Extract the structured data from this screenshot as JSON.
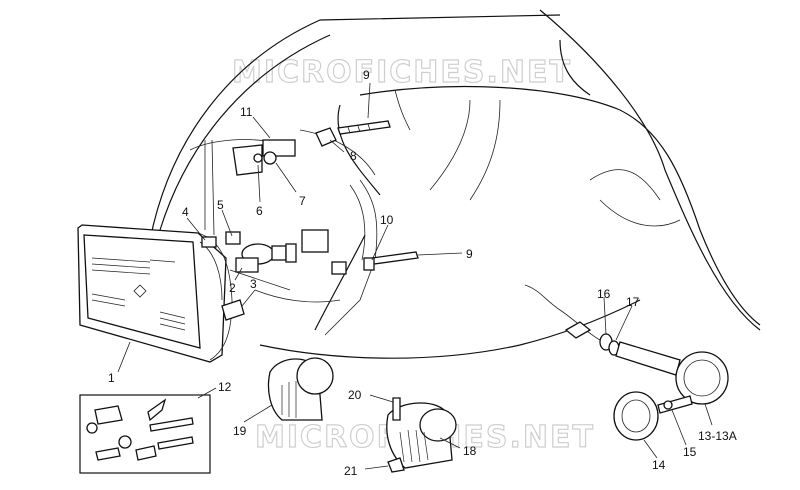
{
  "watermark": "MICROFICHES.NET",
  "callouts": {
    "p1": "1",
    "p2": "2",
    "p3": "3",
    "p4": "4",
    "p5": "5",
    "p6": "6",
    "p7": "7",
    "p8": "8",
    "p9a": "9",
    "p9b": "9",
    "p10": "10",
    "p11": "11",
    "p12": "12",
    "p13": "13-13A",
    "p14": "14",
    "p15": "15",
    "p16": "16",
    "p17": "17",
    "p18": "18",
    "p19": "19",
    "p20": "20",
    "p21": "21"
  }
}
